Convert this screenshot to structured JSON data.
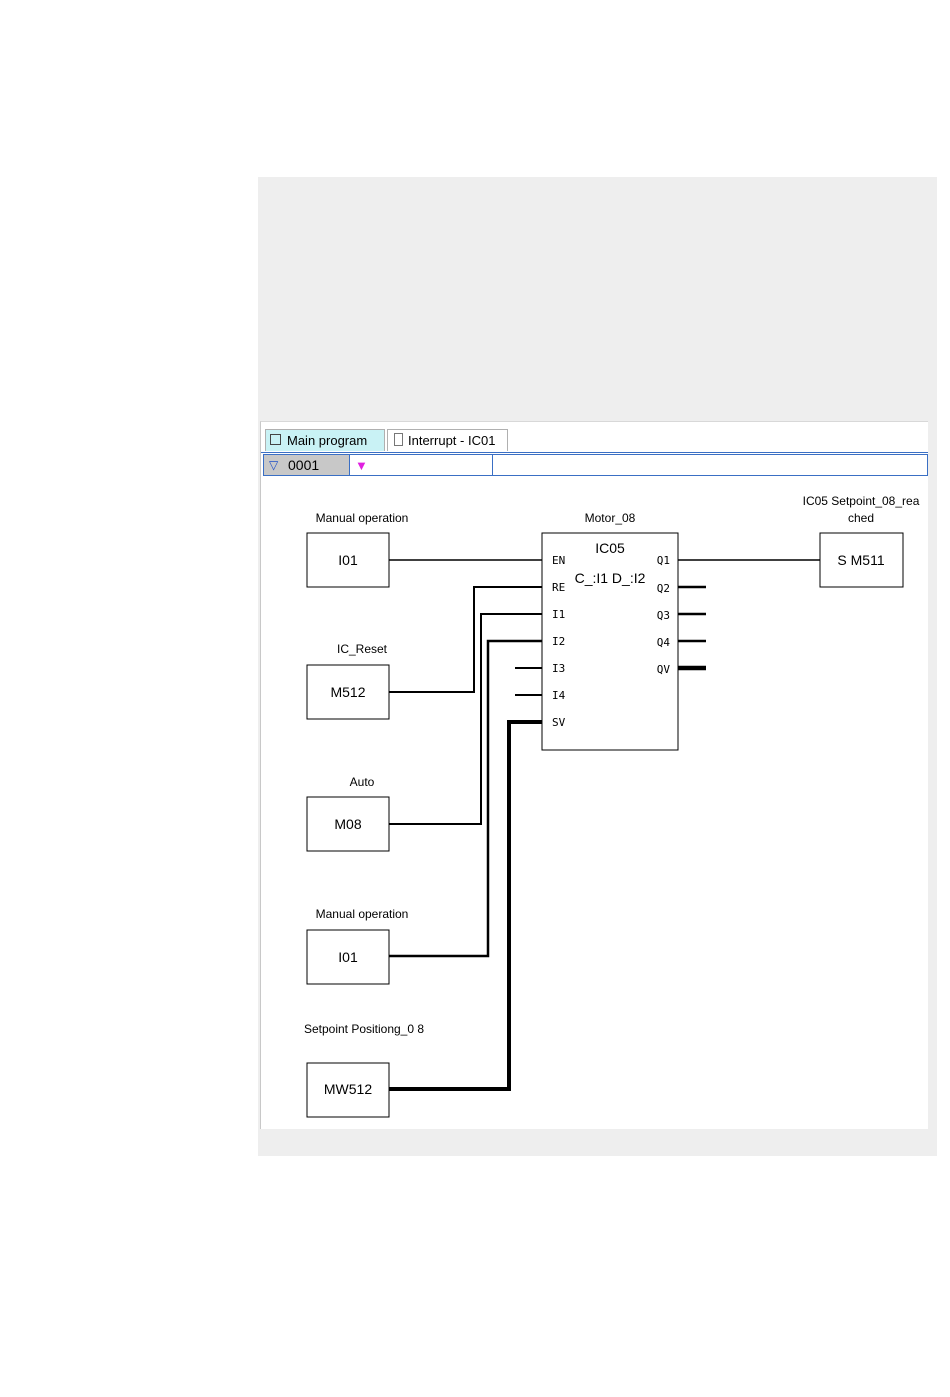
{
  "tabs": [
    {
      "label": "Main program",
      "active": true
    },
    {
      "label": "Interrupt - IC01",
      "active": false
    }
  ],
  "network": {
    "number": "0001"
  },
  "inputs": [
    {
      "caption": "Manual operation",
      "operand": "I01"
    },
    {
      "caption": "IC_Reset",
      "operand": "M512"
    },
    {
      "caption": "Auto",
      "operand": "M08"
    },
    {
      "caption": "Manual operation",
      "operand": "I01"
    },
    {
      "caption": "Setpoint Positiong_0 8",
      "operand": "MW512"
    }
  ],
  "function_block": {
    "caption": "Motor_08",
    "name": "IC05",
    "subtitle": "C_:I1 D_:I2",
    "input_pins": [
      "EN",
      "RE",
      "I1",
      "I2",
      "I3",
      "I4",
      "SV"
    ],
    "output_pins": [
      "Q1",
      "Q2",
      "Q3",
      "Q4",
      "QV"
    ]
  },
  "output_coil": {
    "caption_line1": "IC05 Setpoint_08_rea",
    "caption_line2": "ched",
    "operand": "S M511"
  }
}
